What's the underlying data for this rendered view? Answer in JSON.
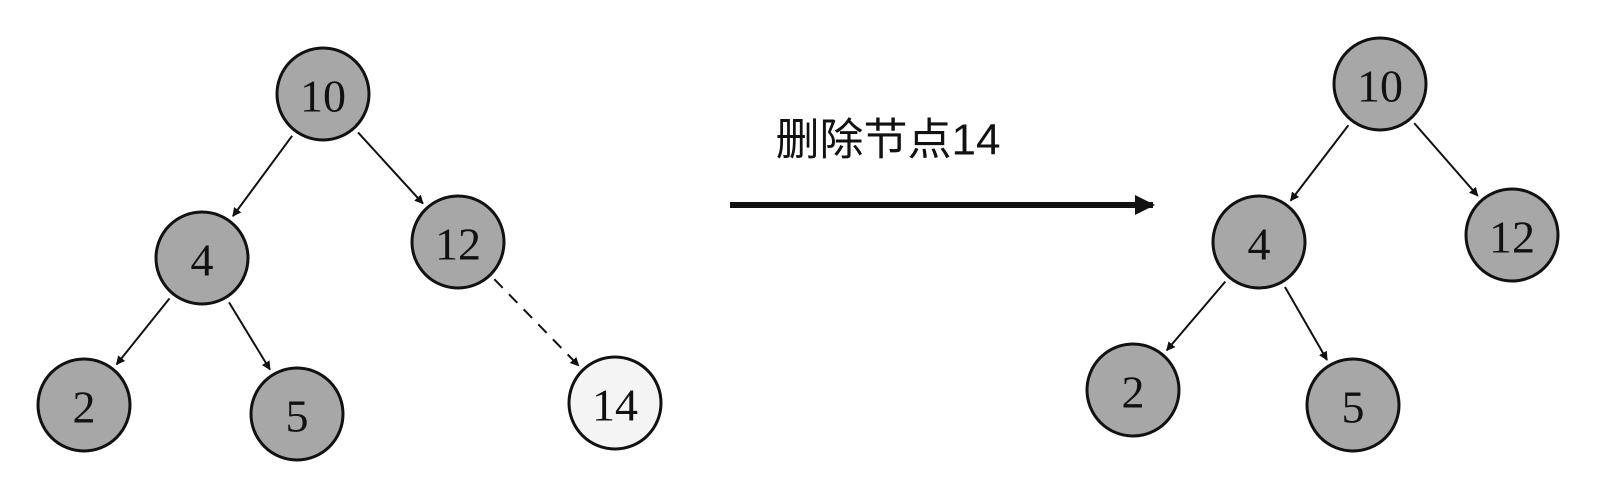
{
  "operation_label": "删除节点14",
  "colors": {
    "node_fill": "#a7a7a7",
    "deleted_node_fill": "#f4f4f4",
    "stroke": "#111111"
  },
  "before_tree": {
    "nodes": [
      {
        "id": "n10",
        "label": "10",
        "state": "normal"
      },
      {
        "id": "n4",
        "label": "4",
        "state": "normal"
      },
      {
        "id": "n12",
        "label": "12",
        "state": "normal"
      },
      {
        "id": "n2",
        "label": "2",
        "state": "normal"
      },
      {
        "id": "n5",
        "label": "5",
        "state": "normal"
      },
      {
        "id": "n14",
        "label": "14",
        "state": "deleted"
      }
    ],
    "edges": [
      {
        "from": "n10",
        "to": "n4",
        "style": "solid"
      },
      {
        "from": "n10",
        "to": "n12",
        "style": "solid"
      },
      {
        "from": "n4",
        "to": "n2",
        "style": "solid"
      },
      {
        "from": "n4",
        "to": "n5",
        "style": "solid"
      },
      {
        "from": "n12",
        "to": "n14",
        "style": "dashed"
      }
    ]
  },
  "after_tree": {
    "nodes": [
      {
        "id": "m10",
        "label": "10",
        "state": "normal"
      },
      {
        "id": "m4",
        "label": "4",
        "state": "normal"
      },
      {
        "id": "m12",
        "label": "12",
        "state": "normal"
      },
      {
        "id": "m2",
        "label": "2",
        "state": "normal"
      },
      {
        "id": "m5",
        "label": "5",
        "state": "normal"
      }
    ],
    "edges": [
      {
        "from": "m10",
        "to": "m4",
        "style": "solid"
      },
      {
        "from": "m10",
        "to": "m12",
        "style": "solid"
      },
      {
        "from": "m4",
        "to": "m2",
        "style": "solid"
      },
      {
        "from": "m4",
        "to": "m5",
        "style": "solid"
      }
    ]
  }
}
